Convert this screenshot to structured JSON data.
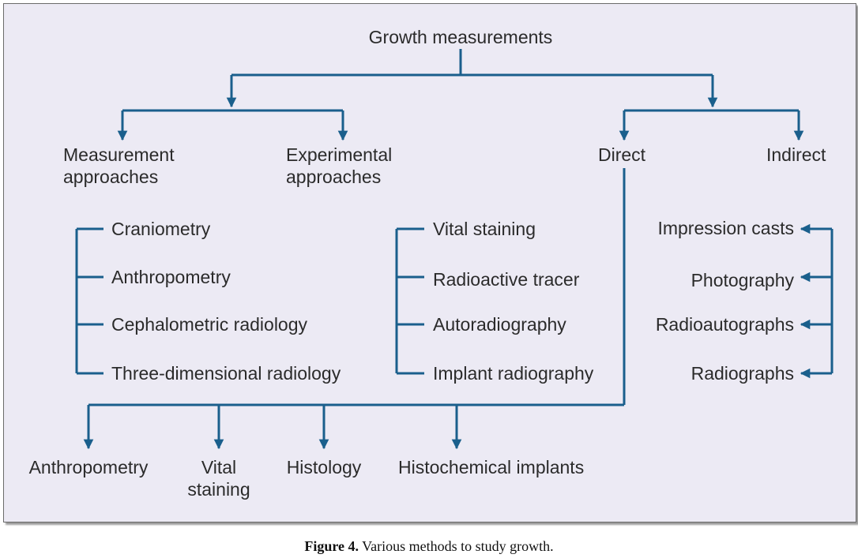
{
  "colors": {
    "line": "#1a5f8c",
    "background": "#eceaf4",
    "text": "#2b2b2b"
  },
  "root": "Growth measurements",
  "level1": {
    "measurement": [
      "Measurement",
      "approaches"
    ],
    "experimental": [
      "Experimental",
      "approaches"
    ],
    "direct": "Direct",
    "indirect": "Indirect"
  },
  "measurement_items": [
    "Craniometry",
    "Anthropometry",
    "Cephalometric radiology",
    "Three-dimensional radiology"
  ],
  "experimental_items": [
    "Vital staining",
    "Radioactive tracer",
    "Autoradiography",
    "Implant radiography"
  ],
  "indirect_items": [
    "Impression casts",
    "Photography",
    "Radioautographs",
    "Radiographs"
  ],
  "direct_items": {
    "anthropometry": "Anthropometry",
    "vital": [
      "Vital",
      "staining"
    ],
    "histology": "Histology",
    "histochemical": "Histochemical implants"
  },
  "caption": {
    "label": "Figure 4.",
    "text": " Various methods to study growth."
  }
}
